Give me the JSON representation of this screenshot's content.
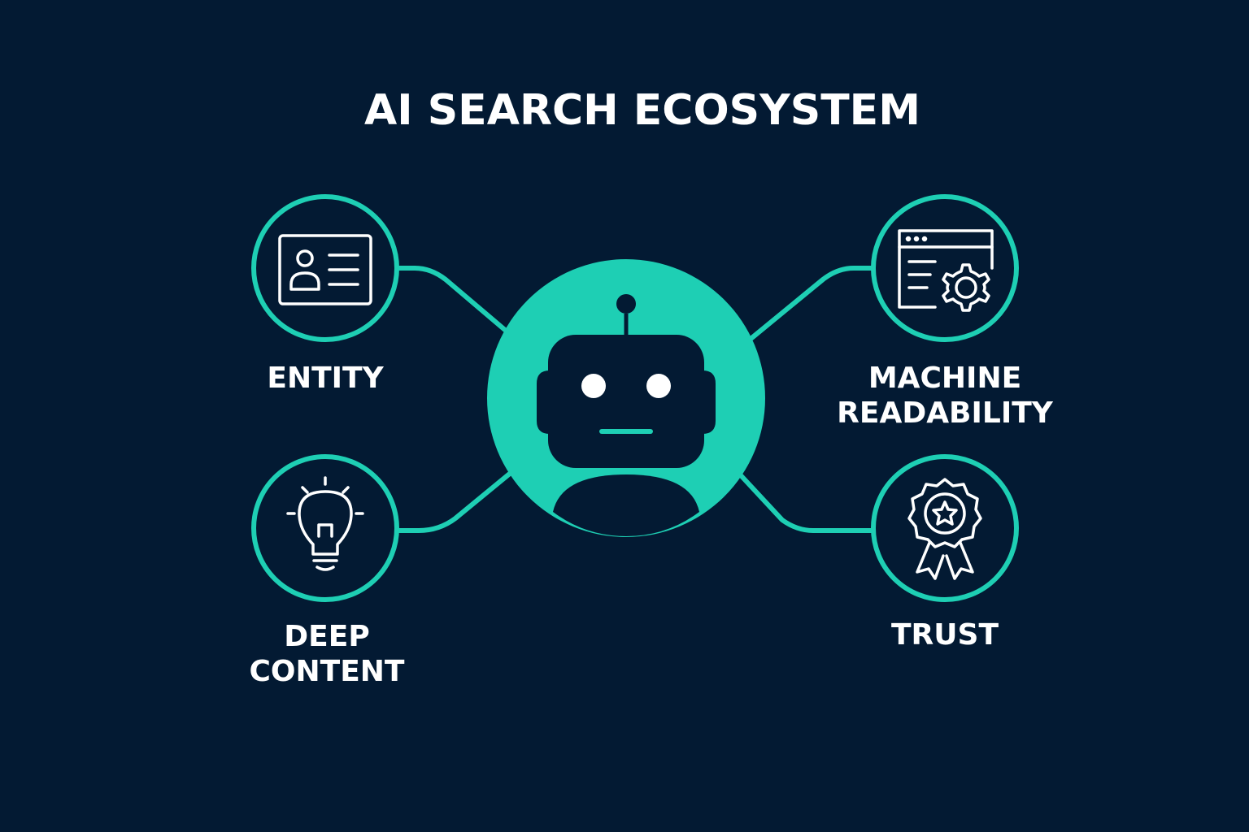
{
  "title": "AI SEARCH ECOSYSTEM",
  "colors": {
    "background": "#031a33",
    "accent": "#1ecfb4",
    "text": "#ffffff"
  },
  "center": {
    "icon": "robot-icon"
  },
  "nodes": {
    "entity": {
      "line1": "ENTITY",
      "icon": "id-card-icon"
    },
    "deep_content": {
      "line1": "DEEP",
      "line2": "CONTENT",
      "icon": "lightbulb-icon"
    },
    "machine_readability": {
      "line1": "MACHINE",
      "line2": "READABILITY",
      "icon": "browser-gear-icon"
    },
    "trust": {
      "line1": "TRUST",
      "icon": "award-badge-icon"
    }
  }
}
